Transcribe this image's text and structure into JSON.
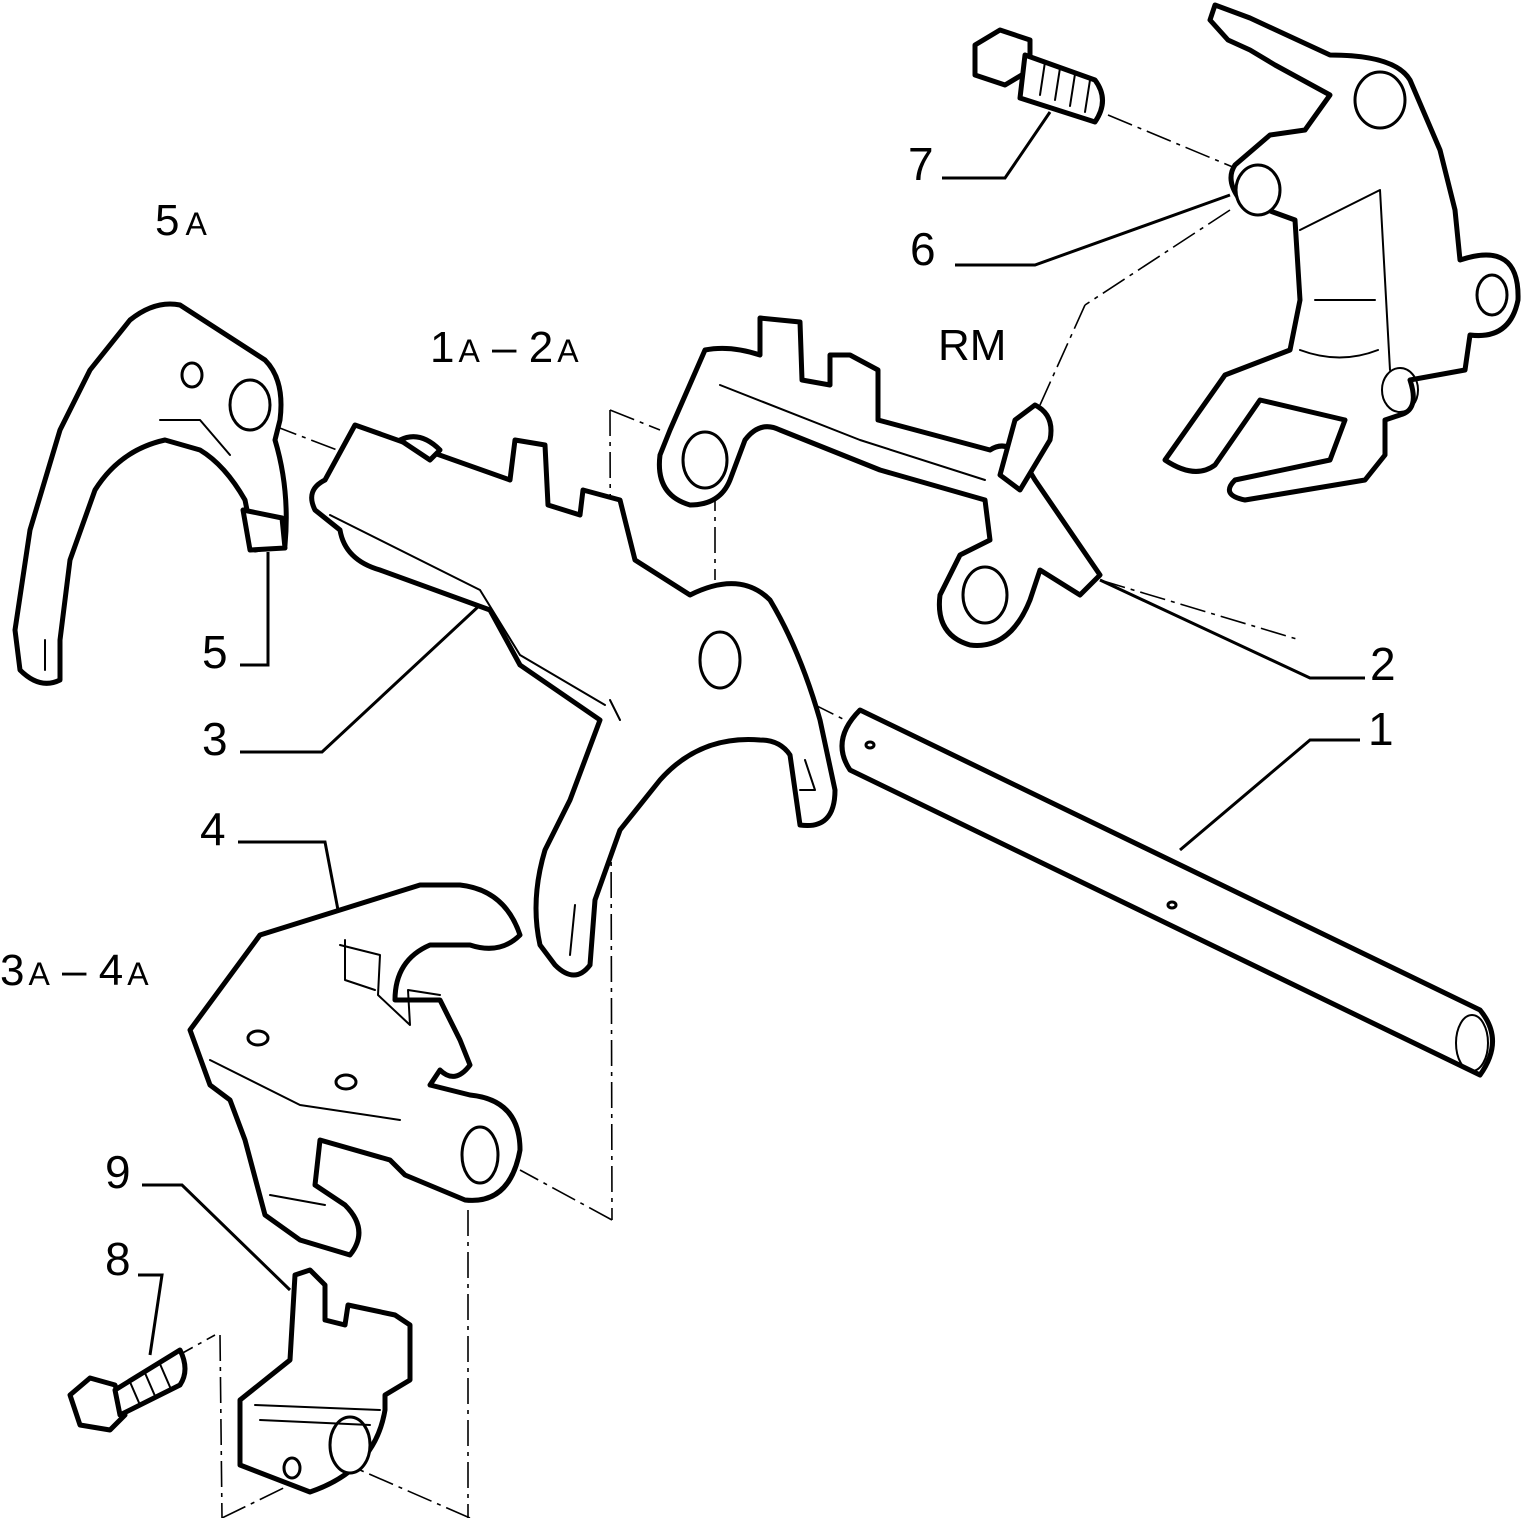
{
  "callouts": {
    "c1": "1",
    "c2": "2",
    "c3": "3",
    "c4": "4",
    "c5": "5",
    "c6": "6",
    "c7": "7",
    "c8": "8",
    "c9": "9"
  },
  "gear_labels": {
    "g5": {
      "num": "5",
      "sub": "A"
    },
    "g12": {
      "num1": "1",
      "sub1": "A",
      "dash": " – ",
      "num2": "2",
      "sub2": "A"
    },
    "rm": {
      "text": "RM"
    },
    "g34": {
      "num1": "3",
      "sub1": "A",
      "dash": " – ",
      "num2": "4",
      "sub2": "A"
    }
  }
}
